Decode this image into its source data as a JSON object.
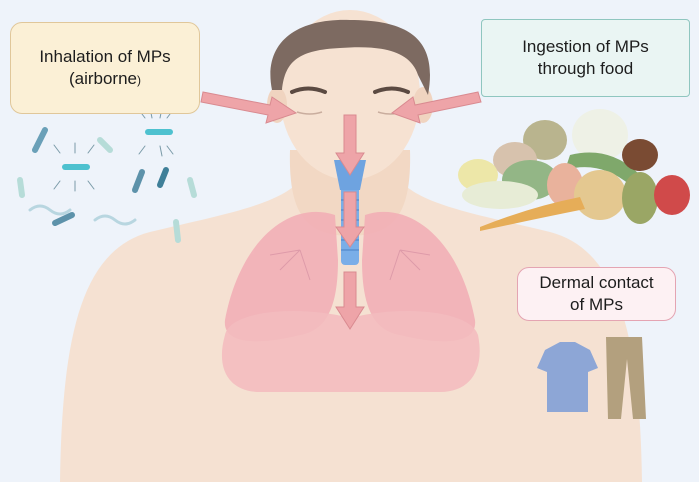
{
  "labels": {
    "inhalation": {
      "line1": "Inhalation of MPs",
      "line2": "(airborne",
      "line2_end": ")"
    },
    "ingestion": {
      "line1": "Ingestion of MPs",
      "line2": "through food"
    },
    "dermal": {
      "line1": "Dermal contact",
      "line2": "of MPs"
    }
  },
  "colors": {
    "background": "#eef3fa",
    "skin": "#f5dfcd",
    "hair": "#7d6a61",
    "lungs": "#f2aab4",
    "arrow": "#eea4a8",
    "trachea": "#7aaee8",
    "bacteria": "#4aa6b4"
  }
}
